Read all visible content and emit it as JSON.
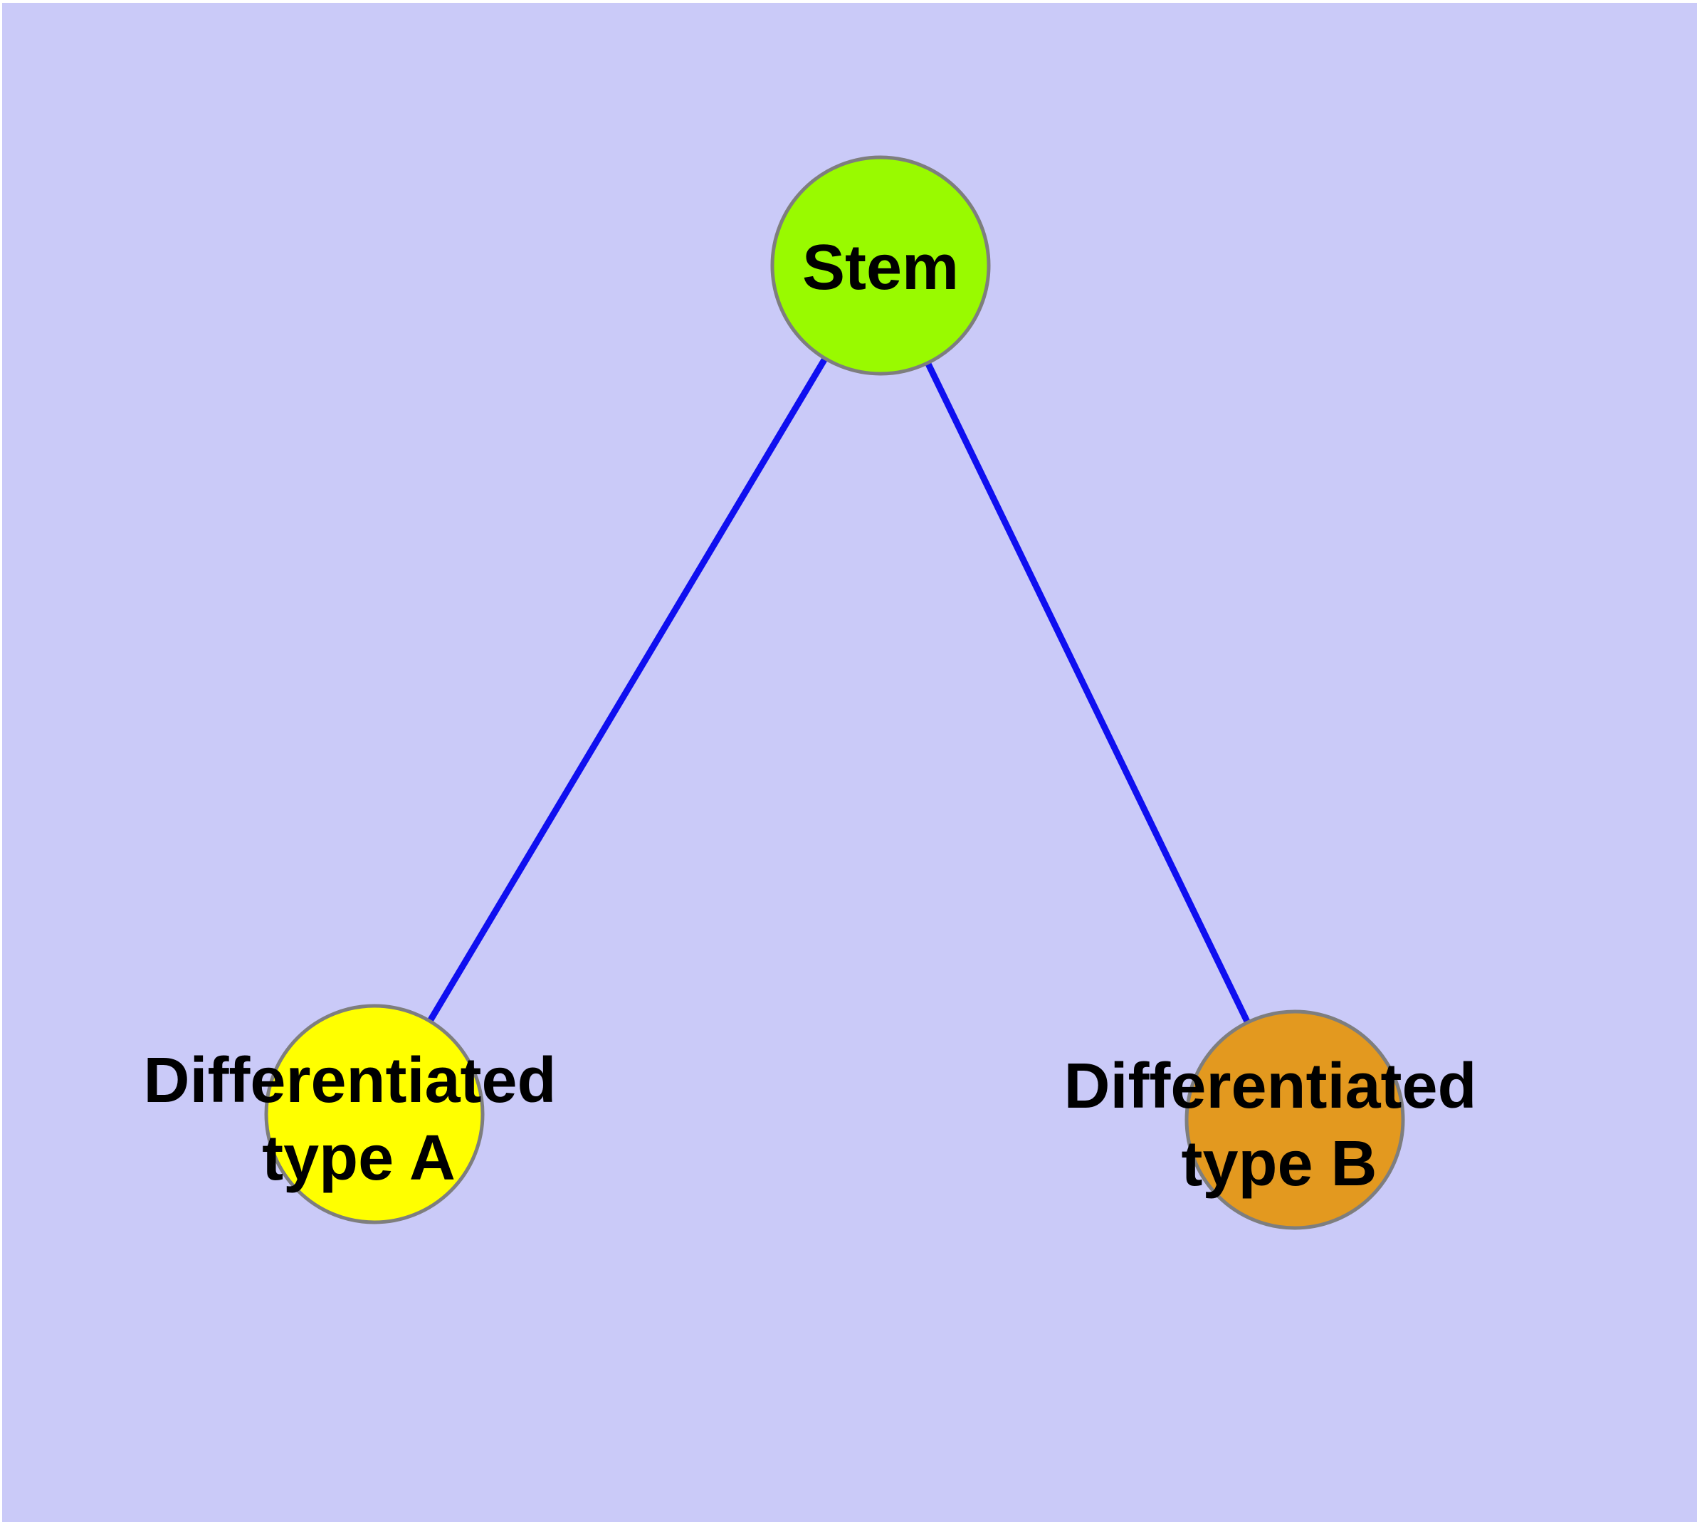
{
  "diagram": {
    "type": "node-link-graph",
    "background_color": "#CACAF8",
    "edge_color": "#0F0FF0",
    "node_border_color": "#7E7E7E",
    "label_color": "#000000",
    "nodes": [
      {
        "id": "stem",
        "label": "Stem",
        "fill": "#99FA00"
      },
      {
        "id": "differentiated-type-a",
        "label": "Differentiated type A",
        "label_line1": "Differentiated",
        "label_line2": "type A",
        "fill": "#FFFF00"
      },
      {
        "id": "differentiated-type-b",
        "label": "Differentiated type B",
        "label_line1": "Differentiated",
        "label_line2": "type B",
        "fill": "#E3991F"
      }
    ],
    "edges": [
      {
        "from": "Stem",
        "to": "Differentiated type A"
      },
      {
        "from": "Stem",
        "to": "Differentiated type B"
      }
    ]
  }
}
